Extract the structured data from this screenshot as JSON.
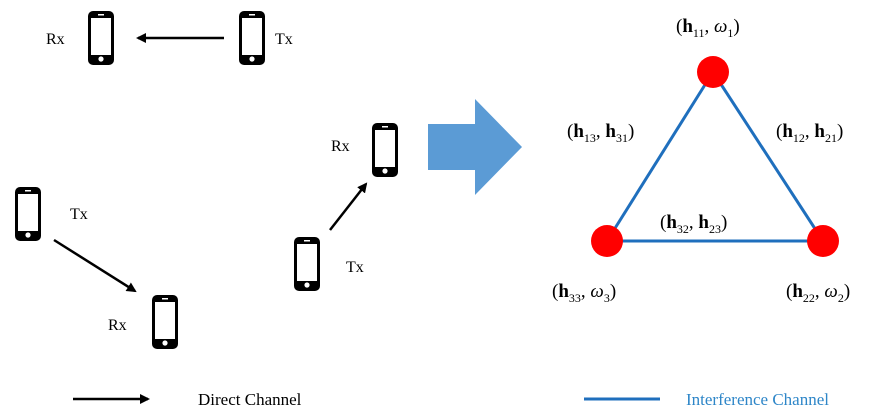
{
  "devices": {
    "pair1": {
      "rx": "Rx",
      "tx": "Tx"
    },
    "pair2": {
      "rx": "Rx",
      "tx": "Tx"
    },
    "pair3": {
      "rx": "Rx",
      "tx": "Tx"
    }
  },
  "graph": {
    "node1_label": {
      "h": "h",
      "h_sub": "11",
      "w": "ω",
      "w_sub": "1"
    },
    "node2_label": {
      "h": "h",
      "h_sub": "22",
      "w": "ω",
      "w_sub": "2"
    },
    "node3_label": {
      "h": "h",
      "h_sub": "33",
      "w": "ω",
      "w_sub": "3"
    },
    "edge13_label": {
      "a": "h",
      "a_sub": "13",
      "b": "h",
      "b_sub": "31"
    },
    "edge12_label": {
      "a": "h",
      "a_sub": "12",
      "b": "h",
      "b_sub": "21"
    },
    "edge23_label": {
      "a": "h",
      "a_sub": "32",
      "b": "h",
      "b_sub": "23"
    }
  },
  "legend": {
    "direct": "Direct Channel",
    "interference": "Interference Channel"
  },
  "colors": {
    "node": "#ff0000",
    "edge": "#1f6fbd",
    "arrow": "#5b9bd5"
  }
}
